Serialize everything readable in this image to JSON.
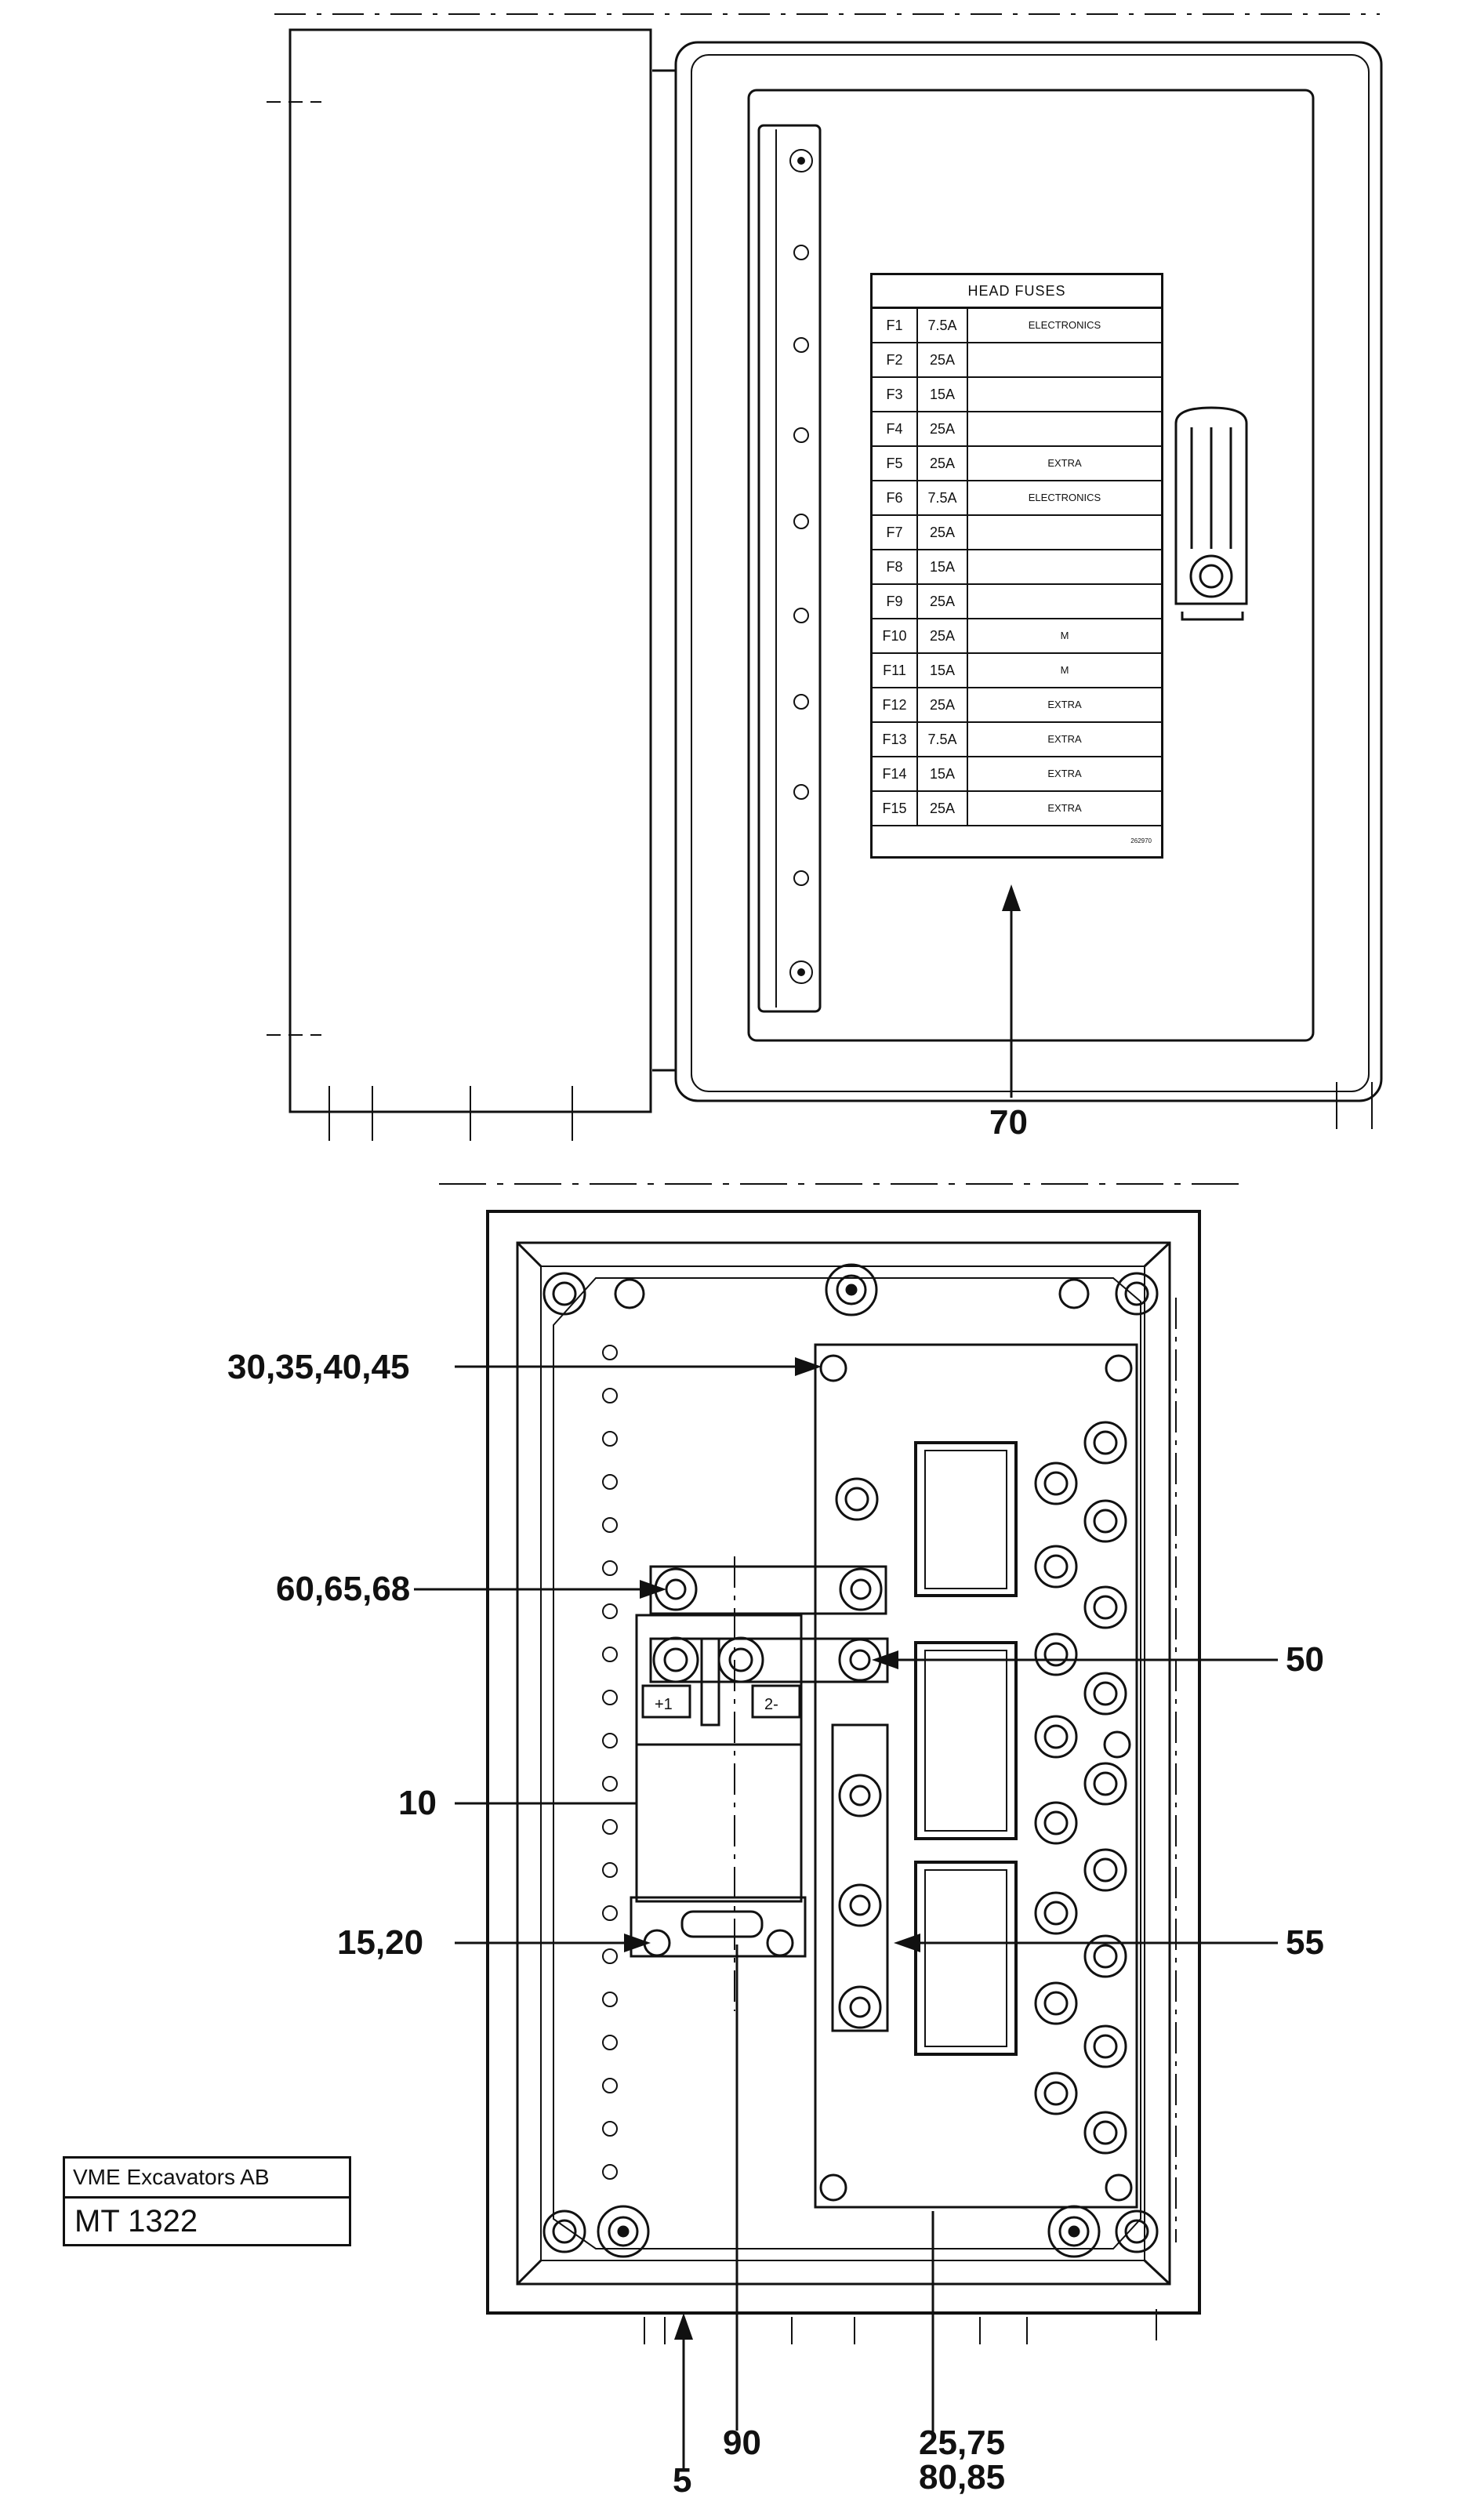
{
  "fuse_label": {
    "title": "HEAD FUSES",
    "rows": [
      {
        "fuse": "F1",
        "rating": "7.5A",
        "use": "ELECTRONICS"
      },
      {
        "fuse": "F2",
        "rating": "25A",
        "use": ""
      },
      {
        "fuse": "F3",
        "rating": "15A",
        "use": ""
      },
      {
        "fuse": "F4",
        "rating": "25A",
        "use": ""
      },
      {
        "fuse": "F5",
        "rating": "25A",
        "use": "EXTRA"
      },
      {
        "fuse": "F6",
        "rating": "7.5A",
        "use": "ELECTRONICS"
      },
      {
        "fuse": "F7",
        "rating": "25A",
        "use": ""
      },
      {
        "fuse": "F8",
        "rating": "15A",
        "use": ""
      },
      {
        "fuse": "F9",
        "rating": "25A",
        "use": ""
      },
      {
        "fuse": "F10",
        "rating": "25A",
        "use": "M"
      },
      {
        "fuse": "F11",
        "rating": "15A",
        "use": "M"
      },
      {
        "fuse": "F12",
        "rating": "25A",
        "use": "EXTRA"
      },
      {
        "fuse": "F13",
        "rating": "7.5A",
        "use": "EXTRA"
      },
      {
        "fuse": "F14",
        "rating": "15A",
        "use": "EXTRA"
      },
      {
        "fuse": "F15",
        "rating": "25A",
        "use": "EXTRA"
      }
    ],
    "label_code": "262970"
  },
  "callouts": {
    "c70": "70",
    "c30": "30,35,40,45",
    "c60": "60,65,68",
    "c50": "50",
    "c10": "10",
    "c15": "15,20",
    "c55": "55",
    "c5": "5",
    "c90": "90",
    "c25a": "25,75",
    "c25b": "80,85"
  },
  "terminals": {
    "plus": "+1",
    "minus": "2-"
  },
  "title_block": {
    "company": "VME Excavators AB",
    "drawing_number": "MT 1322"
  }
}
